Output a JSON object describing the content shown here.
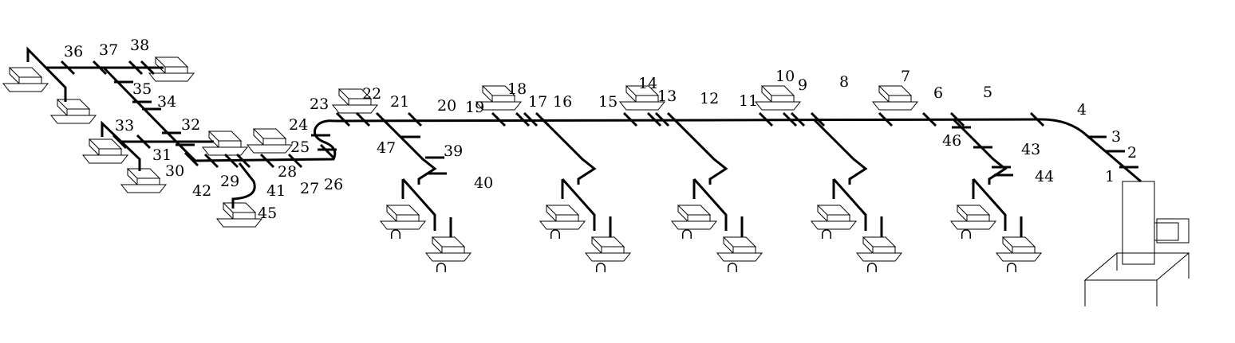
{
  "figure": {
    "labels": [
      "1",
      "2",
      "3",
      "4",
      "5",
      "6",
      "7",
      "8",
      "9",
      "10",
      "11",
      "12",
      "13",
      "14",
      "15",
      "16",
      "17",
      "18",
      "19",
      "20",
      "21",
      "22",
      "23",
      "24",
      "25",
      "26",
      "27",
      "28",
      "29",
      "30",
      "31",
      "32",
      "33",
      "34",
      "35",
      "36",
      "37",
      "38",
      "39",
      "40",
      "41",
      "42",
      "43",
      "44",
      "45",
      "46",
      "47"
    ]
  }
}
